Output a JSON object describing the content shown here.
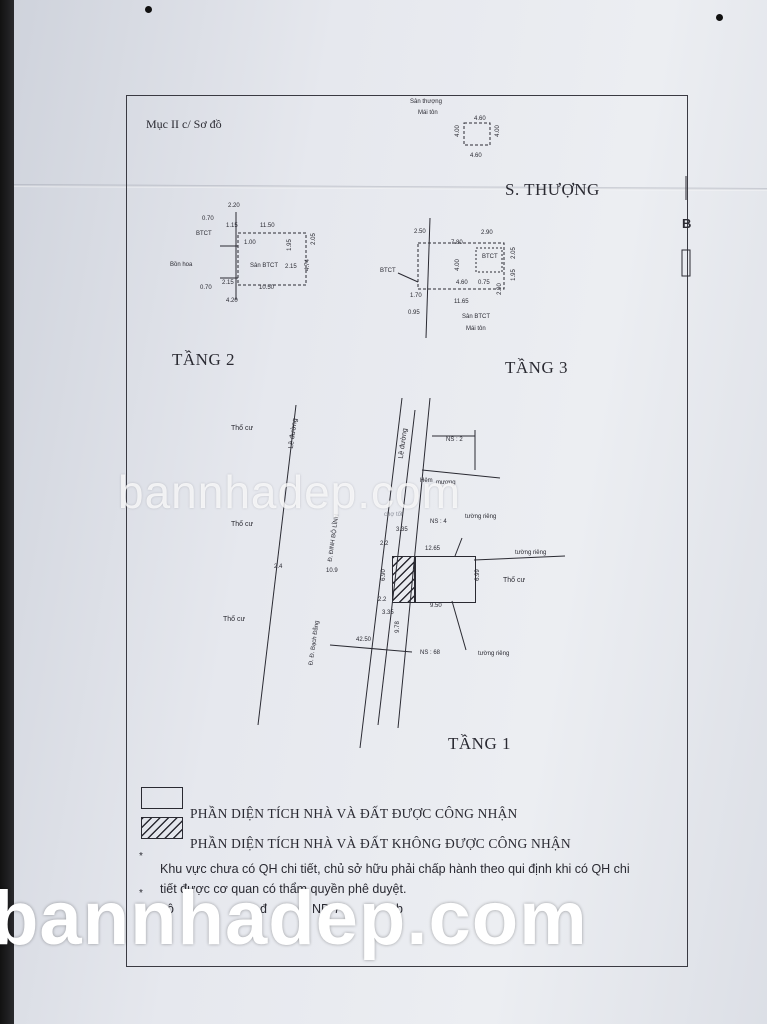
{
  "header": {
    "section": "Mục II c/ Sơ đồ"
  },
  "roof_top": {
    "l1": "Sân thượng",
    "l2": "Mái tôn",
    "d1": "4.60",
    "d2": "4.00",
    "d3": "4.00",
    "d4": "4.60"
  },
  "titles": {
    "s_thuong": "S. THƯỢNG",
    "tang2": "TẦNG 2",
    "tang3": "TẦNG 3",
    "tang1": "TẦNG 1"
  },
  "side_b": "B",
  "tang2_plan": {
    "d_220": "2.20",
    "d_070a": "0.70",
    "d_115": "1.15",
    "d_1150": "11.50",
    "btct": "BTCT",
    "d_100": "1.00",
    "d_195": "1.95",
    "d_205": "2.05",
    "san_btct": "Sân BTCT",
    "d_215a": "2.15",
    "d_474": "4.74",
    "bon_hoa": "Bồn hoa",
    "d_215b": "2.15",
    "d_070b": "0.70",
    "d_1050": "10.50",
    "d_420": "4.20"
  },
  "tang3_plan": {
    "d_250": "2.50",
    "d_290": "2.90",
    "d_780": "7.80",
    "btct1": "BTCT",
    "d_205": "2.05",
    "btct2": "BTCT",
    "d_400": "4.00",
    "d_195": "1.95",
    "d_460": "4.60",
    "d_075": "0.75",
    "d_290b": "2.90",
    "d_170": "1.70",
    "d_1165": "11.65",
    "d_095": "0.95",
    "san_btct": "Sân BTCT",
    "mai_ton": "Mái tôn"
  },
  "site": {
    "tho_cu_1": "Thổ cư",
    "tho_cu_2": "Thổ cư",
    "tho_cu_3": "Thổ cư",
    "tho_cu_4": "Thổ cư",
    "le_duong_1": "Lề đường",
    "le_duong_2": "Lề đường",
    "street_1": "Đ. ĐINH BỘ LĨNH",
    "street_2": "Đ. Đ. Bạch Đằng",
    "d_24": "2.4",
    "d_109": "10.9",
    "d_425": "42.50",
    "ns2": "NS : 2",
    "ns4": "NS : 4",
    "ns68": "NS : 68",
    "hem": "Hẻm",
    "mang": "mương",
    "cho_tot": "chợ tốt",
    "tuong_rieng_1": "tường riêng",
    "tuong_rieng_2": "tường riêng",
    "tuong_rieng_3": "tường riêng",
    "d_335a": "3.35",
    "d_22a": "2.2",
    "d_1265": "12.65",
    "d_690": "6.90",
    "d_699": "6.99",
    "d_22b": "2.2",
    "d_950": "9.50",
    "d_335b": "3.35",
    "d_978": "9.78"
  },
  "legend": {
    "recognized": "PHẦN DIỆN TÍCH NHÀ VÀ ĐẤT ĐƯỢC CÔNG NHẬN",
    "not_recognized": "PHẦN DIỆN TÍCH NHÀ VÀ ĐẤT KHÔNG ĐƯỢC CÔNG NHẬN"
  },
  "notes": {
    "line1": "Khu vực chưa có QH chi tiết, chủ sở hữu phải chấp hành theo qui định khi có QH chi",
    "line2": "tiết được cơ quan có thẩm quyền phê duyệt.",
    "line3_a": "Lộ",
    "line3_b": "đ",
    "line3_c": "ND 7",
    "line3_d": "b"
  },
  "watermarks": {
    "center": "bannhadep.com",
    "bottom": "bannhadep.com"
  }
}
